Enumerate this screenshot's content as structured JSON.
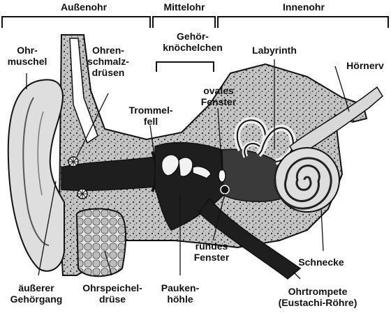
{
  "sections": {
    "outer_ear": "Außenohr",
    "middle_ear": "Mittelohr",
    "inner_ear": "Innenohr"
  },
  "labels": {
    "ossicles": [
      "Gehör-",
      "knöchelchen"
    ],
    "auricle": [
      "Ohr-",
      "muschel"
    ],
    "cerumen_glands": [
      "Ohren-",
      "schmalz-",
      "drüsen"
    ],
    "eardrum": [
      "Trommel-",
      "fell"
    ],
    "oval_window": [
      "ovales",
      "Fenster"
    ],
    "labyrinth": [
      "Labyrinth"
    ],
    "auditory_nerve": [
      "Hörnerv"
    ],
    "round_window": [
      "rundes",
      "Fenster"
    ],
    "cochlea": [
      "Schnecke"
    ],
    "ear_canal": [
      "äußerer",
      "Gehörgang"
    ],
    "parotid": [
      "Ohrspeichel-",
      "drüse"
    ],
    "tympanic_cavity": [
      "Pauken-",
      "höhle"
    ],
    "eustachian_tube": [
      "Ohrtrompete",
      "(Eustachi-Röhre)"
    ]
  },
  "colors": {
    "ink": "#111111",
    "bone": "#b8b8b8",
    "dark": "#1e1e1e",
    "skin": "#dcdcdc",
    "paper": "#ffffff"
  }
}
